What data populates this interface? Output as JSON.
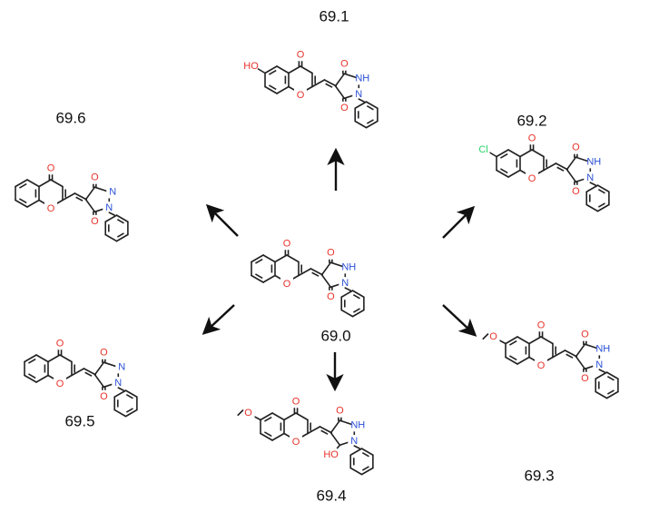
{
  "colors": {
    "oxygen": "#e8332b",
    "nitrogen": "#2a4fd6",
    "chlorine": "#28d46a",
    "bond": "#222222"
  },
  "labels": {
    "center": "69.0",
    "c1": "69.1",
    "c2": "69.2",
    "c3": "69.3",
    "c4": "69.4",
    "c5": "69.5",
    "c6": "69.6"
  },
  "atoms": {
    "O": "O",
    "N": "N",
    "NH": "NH",
    "HO": "HO",
    "Cl": "Cl"
  }
}
